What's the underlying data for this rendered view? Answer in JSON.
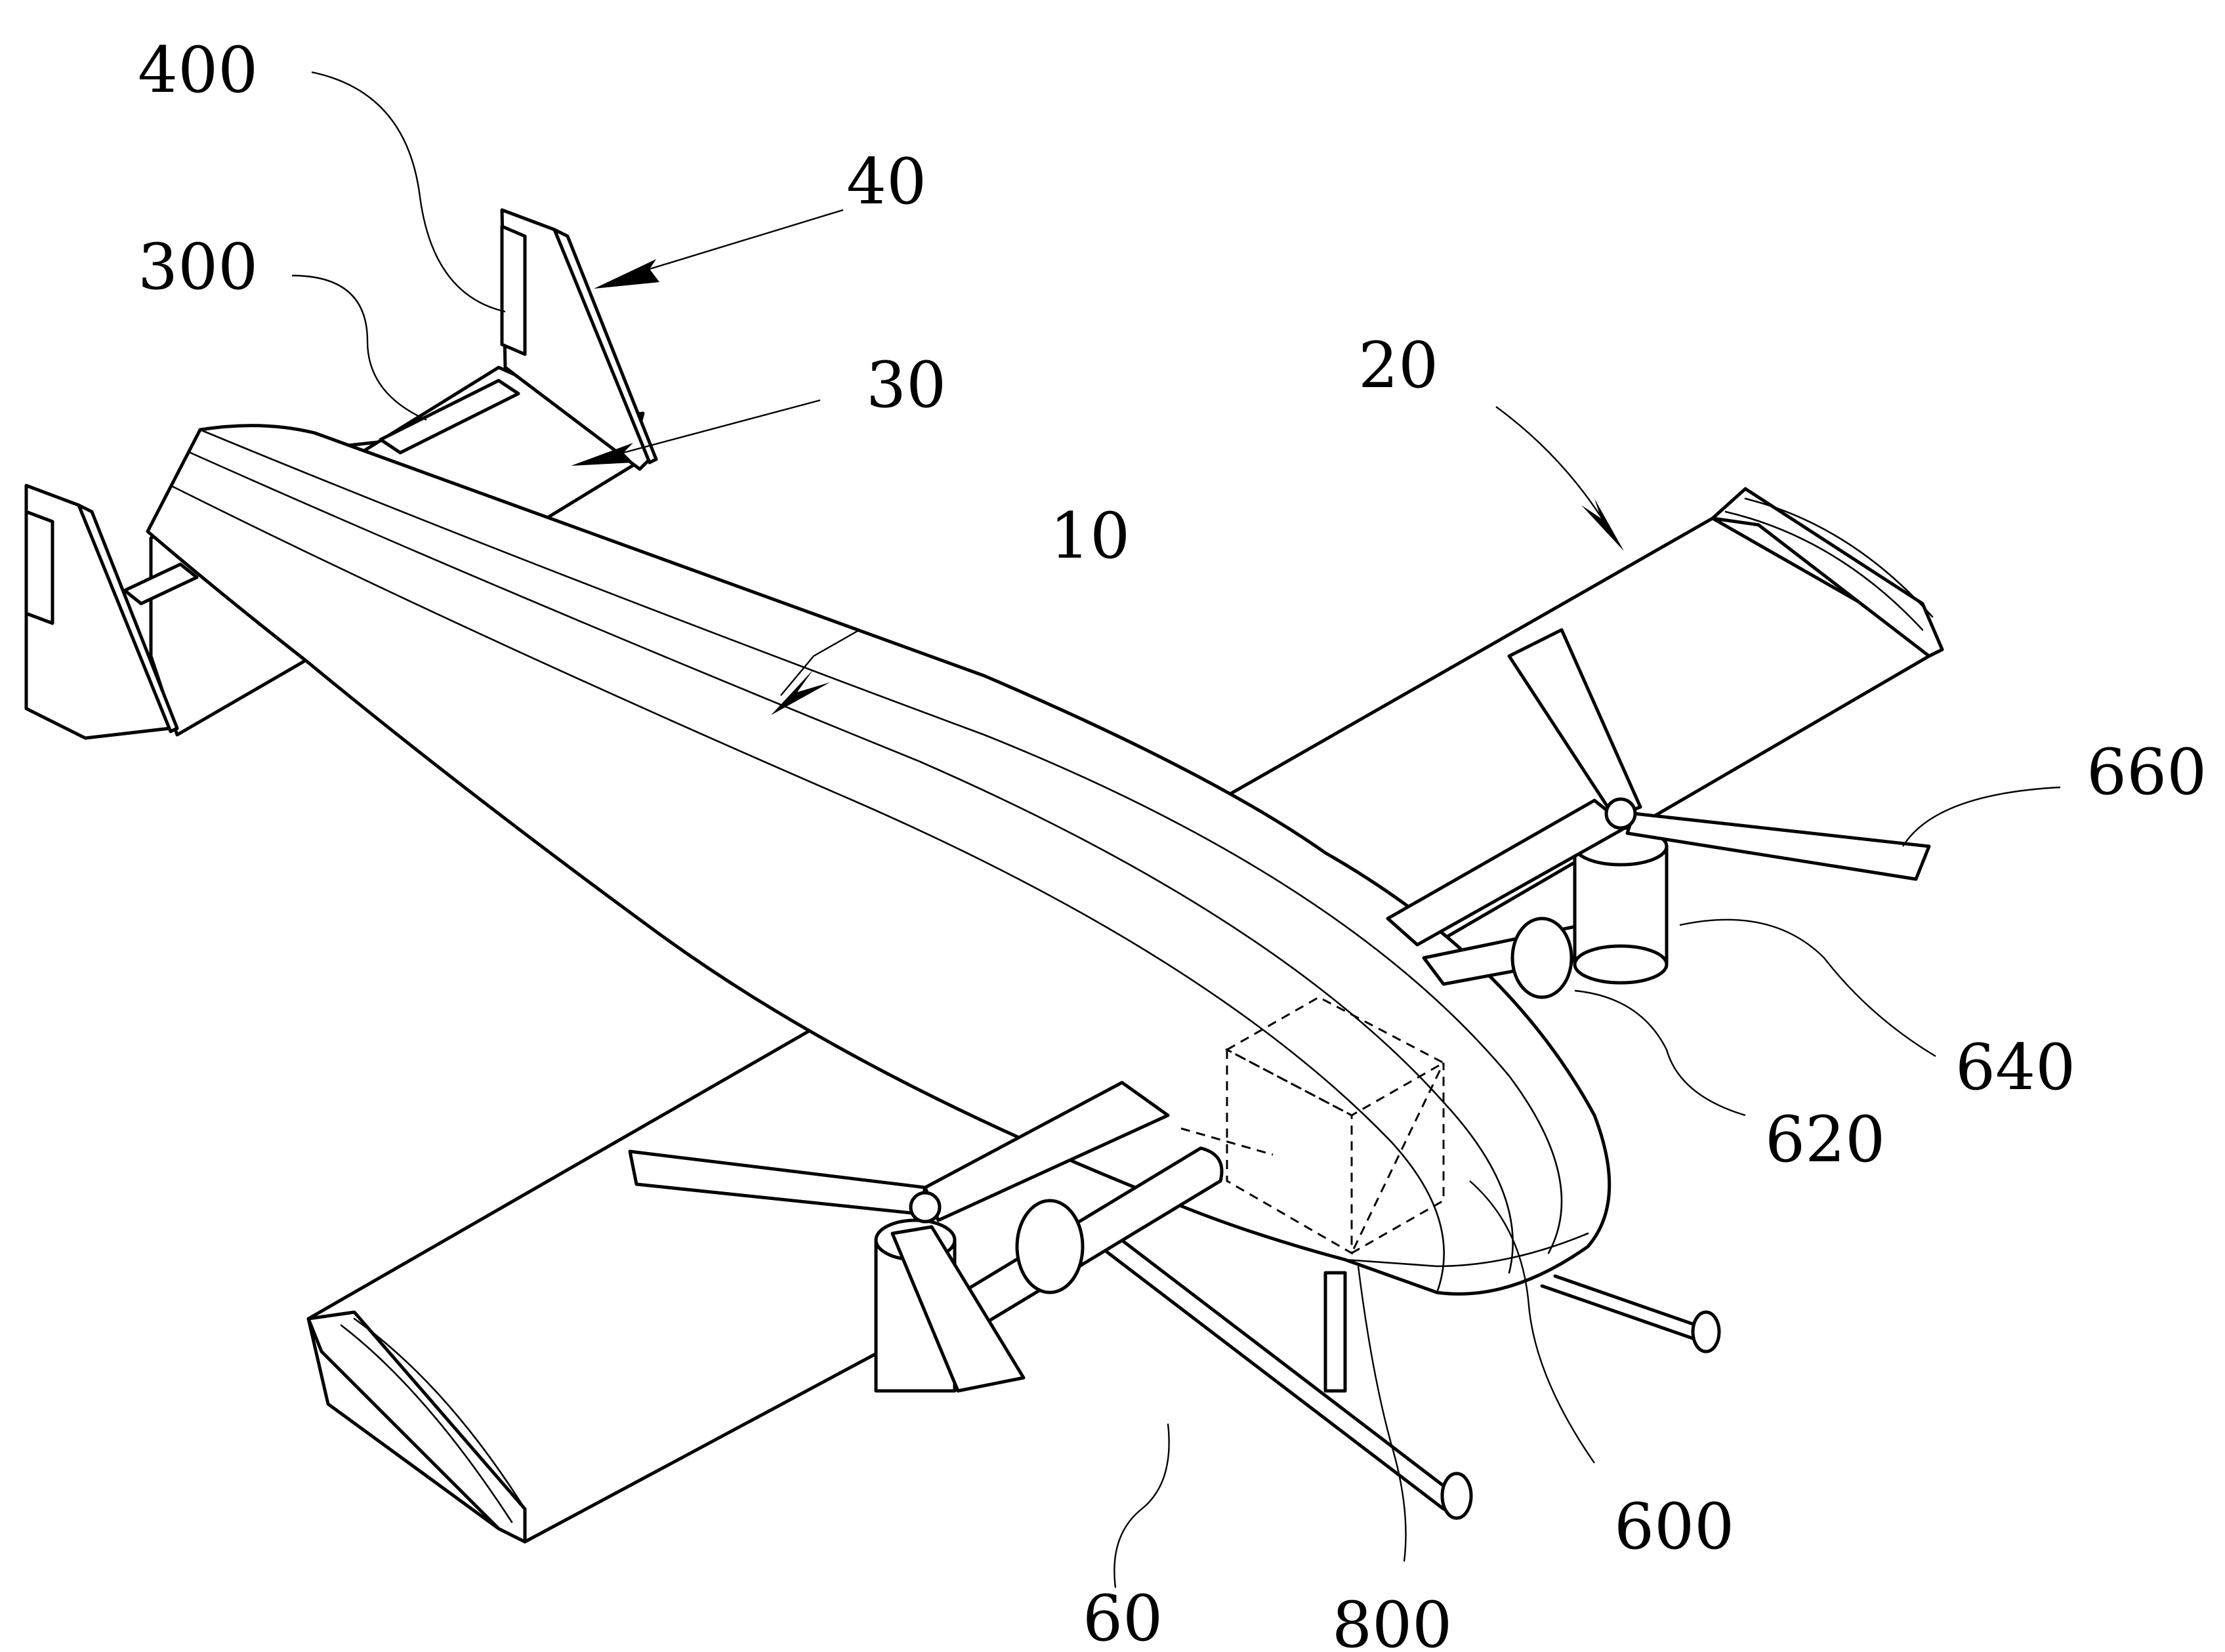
{
  "figure": {
    "labels": {
      "fuselage": "10",
      "wing": "20",
      "horizontal_tail": "30",
      "vertical_tail": "40",
      "elevator": "300",
      "rudder": "400",
      "propulsion_assembly": "60",
      "motor_module": "600",
      "tilt_shaft": "620",
      "motor": "640",
      "propeller": "660",
      "control_box": "800"
    }
  }
}
